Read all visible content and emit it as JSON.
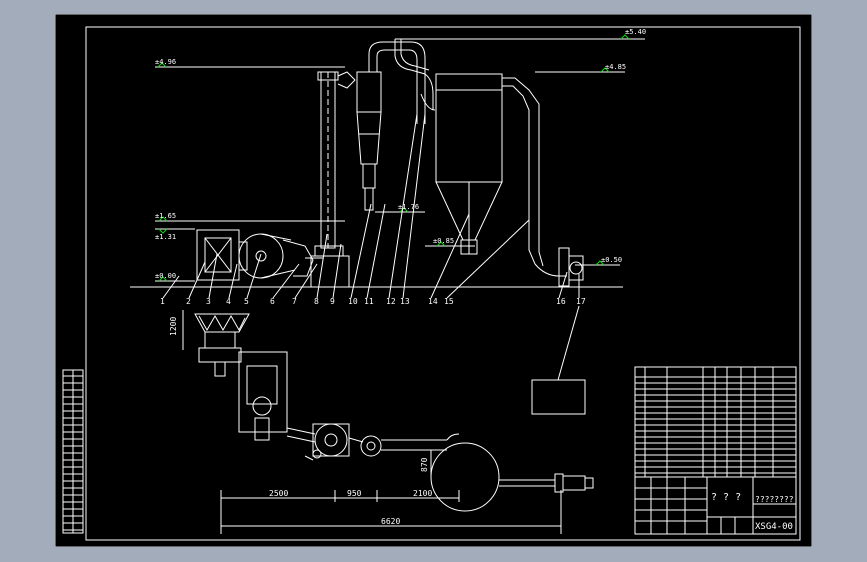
{
  "elevations": {
    "e540": "±5.40",
    "e496": "±4.96",
    "e485": "±4.85",
    "e165": "±1.65",
    "e131": "±1.31",
    "e176": "±1.76",
    "e085": "±0.85",
    "e050": "±0.50",
    "e000": "±0.00"
  },
  "part_numbers": [
    "1",
    "2",
    "3",
    "4",
    "5",
    "6",
    "7",
    "8",
    "9",
    "10",
    "11",
    "12",
    "13",
    "14",
    "15",
    "16",
    "17"
  ],
  "dimensions": {
    "d1200": "1200",
    "d2500": "2500",
    "d950": "950",
    "d2100": "2100",
    "d870": "870",
    "d6620": "6620"
  },
  "title_block": {
    "name": "????????",
    "question": "? ? ?",
    "drawing_no": "XSG4-00"
  },
  "colors": {
    "paper": "#a3acbb",
    "drawing_bg": "#000000",
    "line": "#ffffff",
    "elevation_marker": "#00e000",
    "accent": "#ff40ff"
  }
}
